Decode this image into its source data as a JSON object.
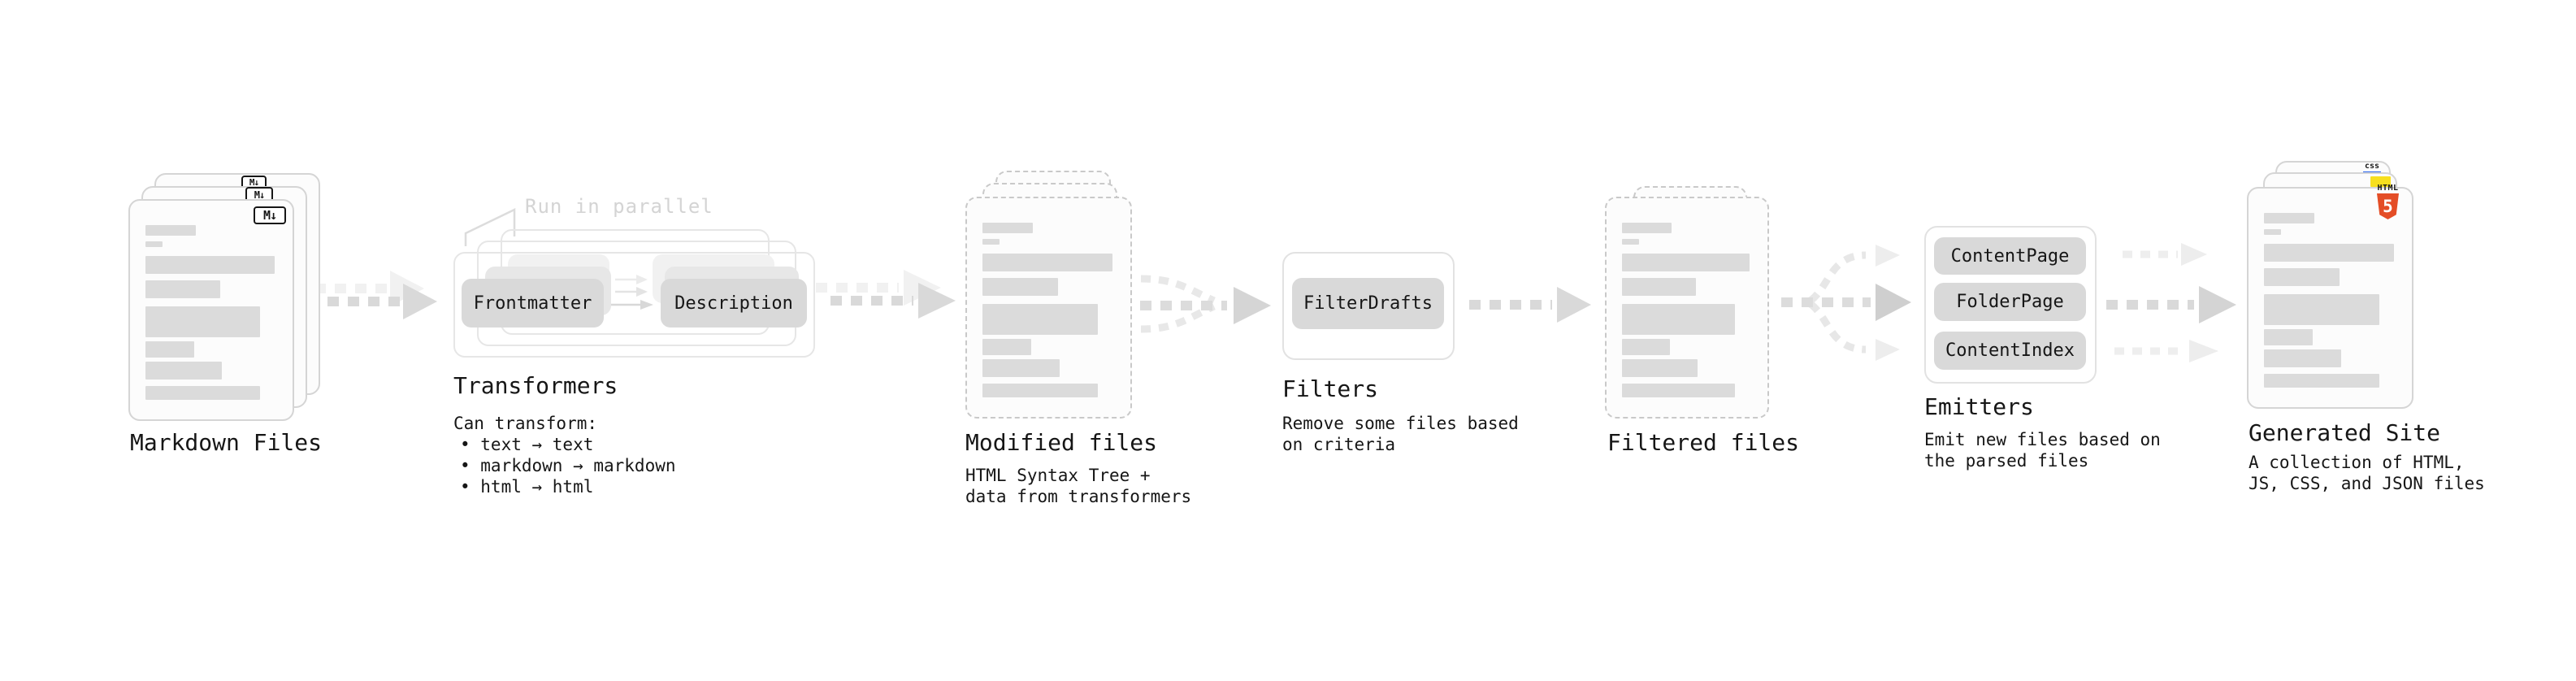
{
  "colors": {
    "html5_orange": "#e44d26",
    "js_yellow": "#f7df1e",
    "css_blue": "#2965f1"
  },
  "stages": {
    "markdown": {
      "label": "Markdown Files",
      "icon_label": "M↓"
    },
    "transformers": {
      "label": "Transformers",
      "note": "Run in parallel",
      "boxes": [
        "Frontmatter",
        "Description"
      ],
      "desc_title": "Can transform:",
      "bullets": [
        "• text → text",
        "• markdown → markdown",
        "• html → html"
      ]
    },
    "modified": {
      "label": "Modified files",
      "desc": [
        "HTML Syntax Tree +",
        "data from transformers"
      ]
    },
    "filters": {
      "label": "Filters",
      "boxes": [
        "FilterDrafts"
      ],
      "desc": [
        "Remove some files based",
        "on criteria"
      ]
    },
    "filtered": {
      "label": "Filtered files"
    },
    "emitters": {
      "label": "Emitters",
      "boxes": [
        "ContentPage",
        "FolderPage",
        "ContentIndex"
      ],
      "desc": [
        "Emit new files based on",
        "the parsed files"
      ]
    },
    "site": {
      "label": "Generated Site",
      "desc": [
        "A collection of HTML,",
        "JS, CSS, and JSON files"
      ],
      "icons": {
        "html_word": "HTML",
        "html_number": "5",
        "css_word": "css"
      }
    }
  },
  "doc_bars": [
    {
      "w": 38,
      "h": 13,
      "mt": 30
    },
    {
      "w": 13,
      "h": 7,
      "mt": 7
    },
    {
      "w": 98,
      "h": 22,
      "mt": 11
    },
    {
      "w": 57,
      "h": 22,
      "mt": 8
    },
    {
      "w": 87,
      "h": 38,
      "mt": 10
    },
    {
      "w": 37,
      "h": 20,
      "mt": 5
    },
    {
      "w": 58,
      "h": 22,
      "mt": 5
    },
    {
      "w": 87,
      "h": 17,
      "mt": 8
    }
  ]
}
